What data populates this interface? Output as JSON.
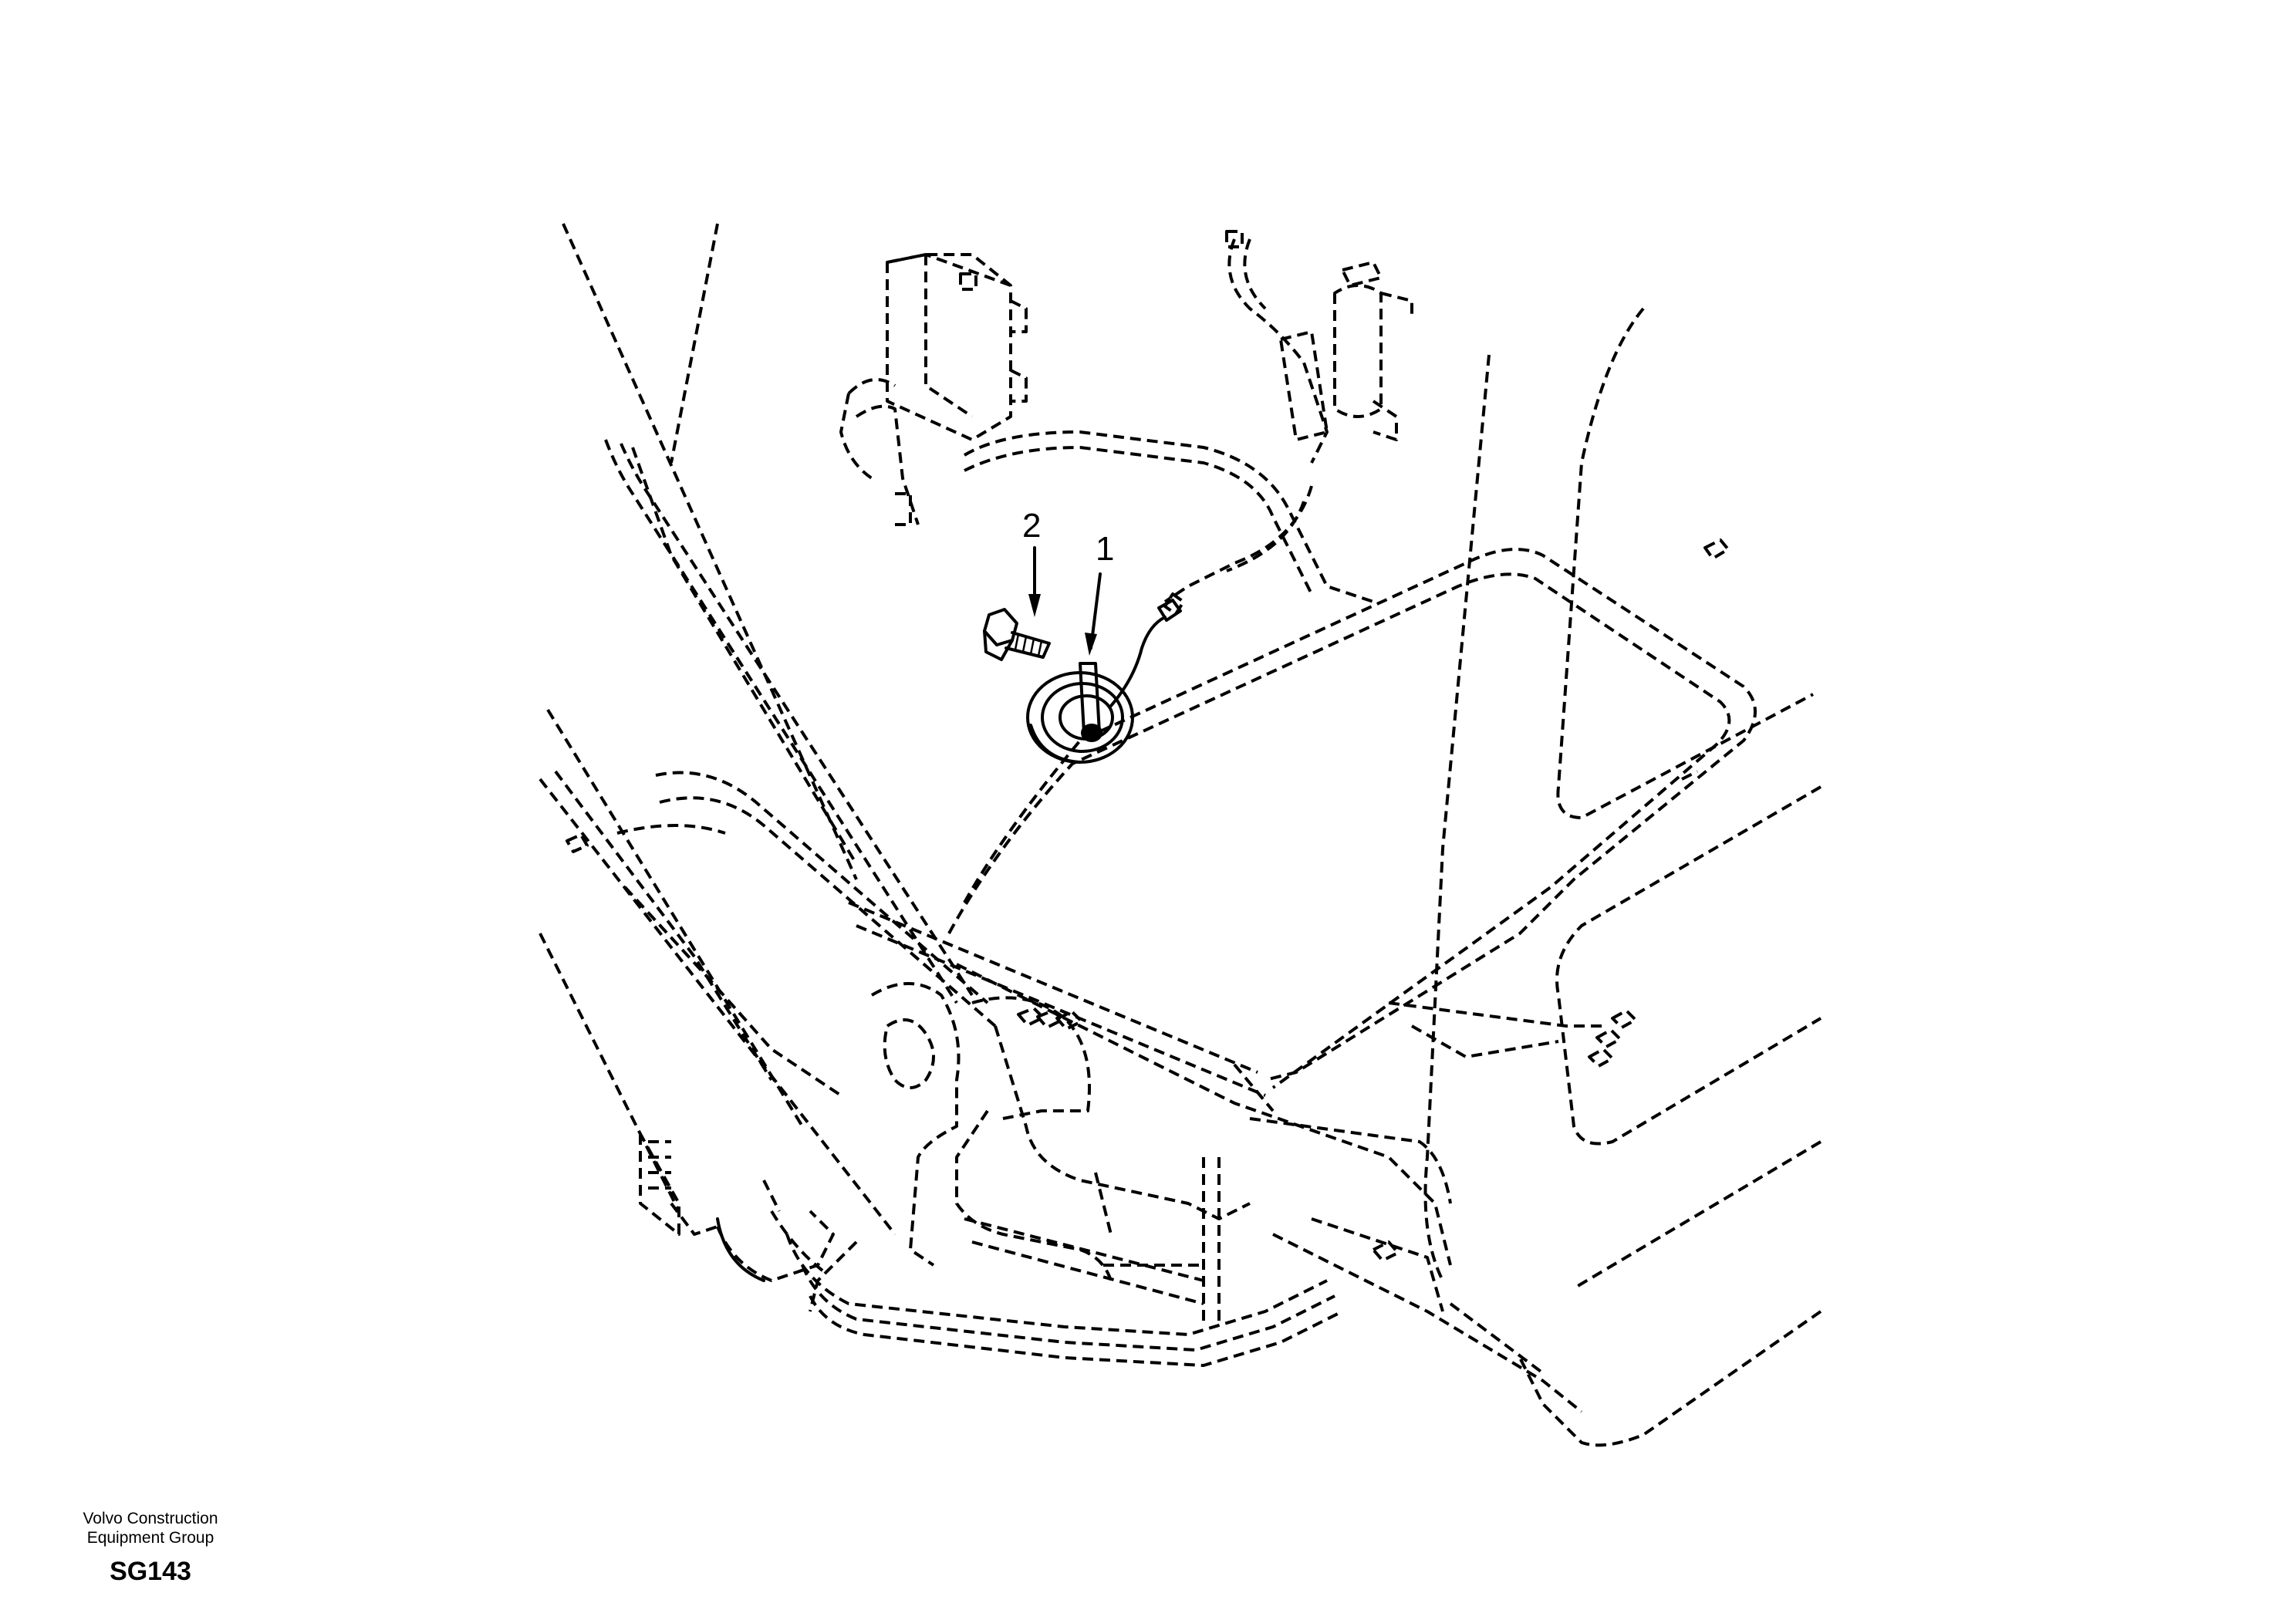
{
  "callouts": [
    {
      "label": "1",
      "part": "horn"
    },
    {
      "label": "2",
      "part": "screw"
    }
  ],
  "footer": {
    "organization_line1": "Volvo Construction",
    "organization_line2": "Equipment Group",
    "code": "SG143"
  },
  "icons": [
    "horn-icon",
    "screw-icon",
    "arrow-down-icon"
  ]
}
